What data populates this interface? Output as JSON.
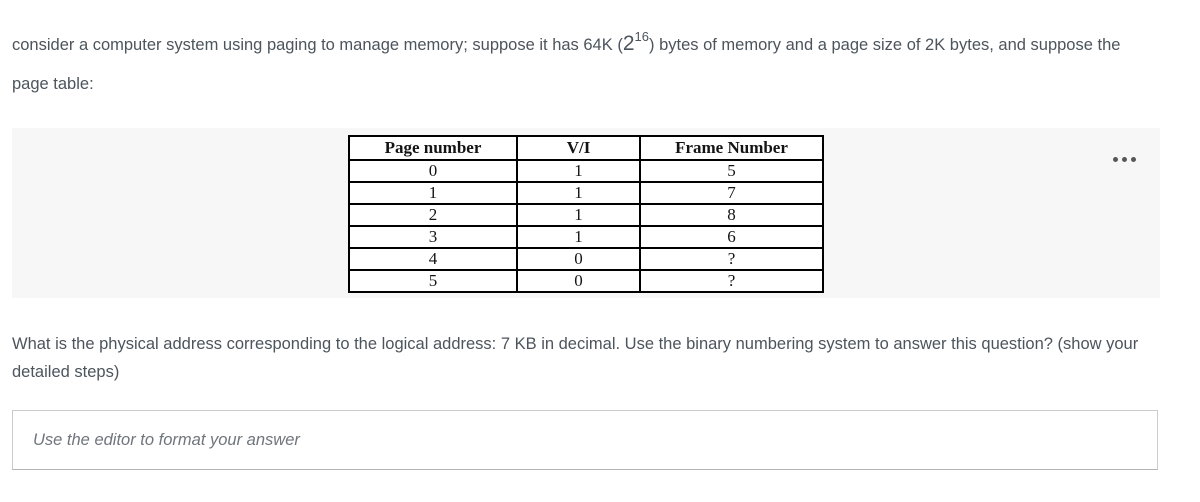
{
  "question1": {
    "pre": "consider a computer system using paging to manage memory; suppose it has 64K (",
    "power_base": "2",
    "power_exponent": "16",
    "post": ") bytes of memory and a page size of 2K bytes, and suppose the page table:"
  },
  "page_table": {
    "headers": [
      "Page number",
      "V/I",
      "Frame Number"
    ],
    "rows": [
      [
        "0",
        "1",
        "5"
      ],
      [
        "1",
        "1",
        "7"
      ],
      [
        "2",
        "1",
        "8"
      ],
      [
        "3",
        "1",
        "6"
      ],
      [
        "4",
        "0",
        "?"
      ],
      [
        "5",
        "0",
        "?"
      ]
    ]
  },
  "question2": {
    "text": "What is the physical address corresponding to the logical address: 7 KB in decimal. Use the binary numbering system to answer this question? (show your detailed steps)"
  },
  "editor": {
    "placeholder": "Use the editor to format your answer"
  },
  "colors": {
    "text": "#4c545c",
    "panel_bg": "#f7f7f7",
    "table_border": "#000000",
    "editor_border": "#cbcbcb",
    "placeholder_text": "#6f757c",
    "dots": "#575757"
  }
}
